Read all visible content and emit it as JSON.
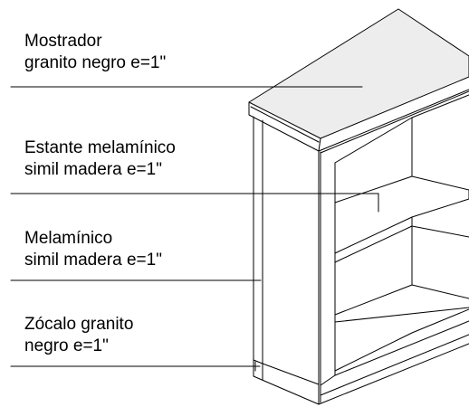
{
  "labels": {
    "mostrador": {
      "line1": "Mostrador",
      "line2": "granito negro e=1\""
    },
    "estante": {
      "line1": "Estante melamínico",
      "line2": "simil madera e=1\""
    },
    "melaminico": {
      "line1": "Melamínico",
      "line2": "simil madera e=1\""
    },
    "zocalo": {
      "line1": "Zócalo granito",
      "line2": "negro e=1\""
    }
  },
  "colors": {
    "stroke": "#000000",
    "countertop_fill": "#ededed",
    "background": "#ffffff"
  }
}
